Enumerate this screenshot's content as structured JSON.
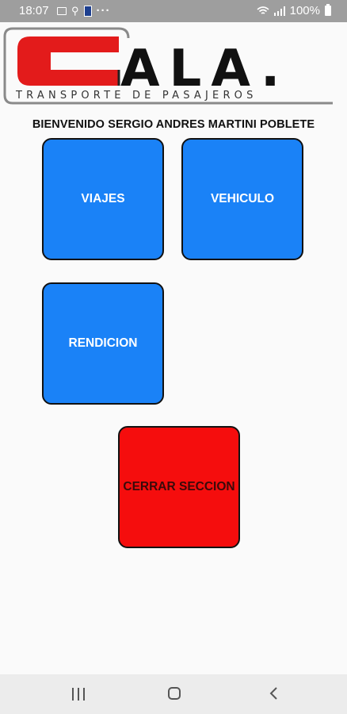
{
  "status_bar": {
    "time": "18:07",
    "more": "···",
    "battery": "100%"
  },
  "logo": {
    "brand_letters": "ALA.",
    "tagline": "TRANSPORTE DE PASAJEROS",
    "colors": {
      "red": "#e31b1b",
      "dark": "#222222",
      "gray": "#8a8a8a"
    }
  },
  "welcome_text": "BIENVENIDO SERGIO ANDRES MARTINI POBLETE",
  "menu": {
    "viajes": "VIAJES",
    "vehiculo": "VEHICULO",
    "rendicion": "RENDICION",
    "cerrar": "CERRAR SECCION"
  },
  "colors": {
    "tile_blue": "#1a82f7",
    "tile_red": "#f50d0d",
    "status_bar": "#9e9e9e"
  },
  "nav_icons": [
    "recent-apps-icon",
    "home-icon",
    "back-icon"
  ]
}
